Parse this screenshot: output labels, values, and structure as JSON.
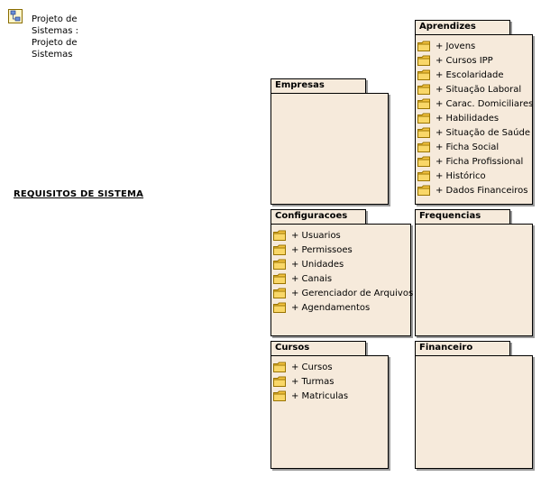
{
  "project": {
    "lines": [
      "Projeto de",
      "Sistemas :",
      "Projeto de",
      "Sistemas"
    ]
  },
  "requirements_title": "REQUISITOS DE SISTEMA",
  "packages": {
    "aprendizes": {
      "title": "Aprendizes",
      "items": [
        "+ Jovens",
        "+ Cursos IPP",
        "+ Escolaridade",
        "+ Situação Laboral",
        "+ Carac. Domiciliares",
        "+ Habilidades",
        "+ Situação de Saúde",
        "+ Ficha Social",
        "+ Ficha Profissional",
        "+ Histórico",
        "+ Dados Financeiros"
      ]
    },
    "empresas": {
      "title": "Empresas",
      "items": []
    },
    "configuracoes": {
      "title": "Configuracoes",
      "items": [
        "+ Usuarios",
        "+ Permissoes",
        "+ Unidades",
        "+ Canais",
        "+ Gerenciador de Arquivos",
        "+ Agendamentos"
      ]
    },
    "frequencias": {
      "title": "Frequencias",
      "items": []
    },
    "cursos": {
      "title": "Cursos",
      "items": [
        "+ Cursos",
        "+ Turmas",
        "+ Matriculas"
      ]
    },
    "financeiro": {
      "title": "Financeiro",
      "items": []
    }
  },
  "colors": {
    "package_fill": "#f6eadb",
    "folder_fill": "#f5c542",
    "border": "#000000"
  }
}
